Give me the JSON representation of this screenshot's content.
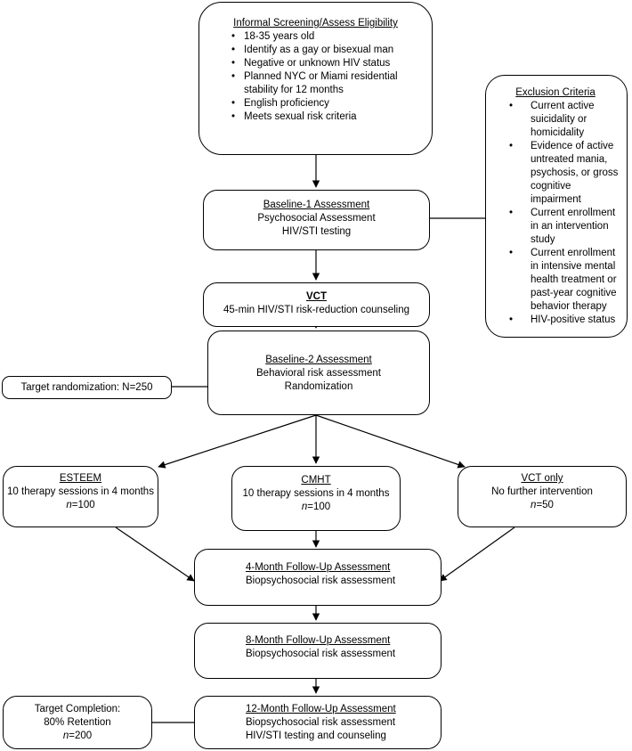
{
  "screening": {
    "title": "Informal Screening/Assess Eligibility",
    "items": [
      "18-35 years old",
      "Identify as a gay or bisexual man",
      "Negative or unknown HIV status",
      "Planned NYC or Miami residential stability for 12 months",
      "English proficiency",
      "Meets sexual risk criteria"
    ]
  },
  "exclusion": {
    "title": "Exclusion Criteria",
    "items": [
      "Current active suicidality or homicidality",
      "Evidence of active untreated mania, psychosis, or gross cognitive impairment",
      "Current enrollment in an intervention study",
      "Current enrollment in intensive mental health treatment or past-year cognitive behavior therapy",
      "HIV-positive status"
    ]
  },
  "baseline1": {
    "title": "Baseline-1 Assessment",
    "line1": "Psychosocial Assessment",
    "line2": "HIV/STI testing"
  },
  "vct": {
    "title": "VCT",
    "line1": "45-min HIV/STI risk-reduction counseling"
  },
  "baseline2": {
    "title": "Baseline-2 Assessment",
    "line1": "Behavioral risk assessment",
    "line2": "Randomization"
  },
  "target_randomization": "Target randomization: N=250",
  "arms": [
    {
      "title": "ESTEEM",
      "line1": "10 therapy sessions in 4 months",
      "n_label": "n",
      "n_value": "=100"
    },
    {
      "title": "CMHT",
      "line1": "10 therapy sessions in 4 months",
      "n_label": "n",
      "n_value": "=100"
    },
    {
      "title": "VCT only",
      "line1": "No further intervention",
      "n_label": "n",
      "n_value": "=50"
    }
  ],
  "followup4": {
    "title": "4-Month Follow-Up Assessment",
    "line1": "Biopsychosocial risk assessment"
  },
  "followup8": {
    "title": "8-Month Follow-Up Assessment",
    "line1": "Biopsychosocial risk assessment"
  },
  "followup12": {
    "title": "12-Month Follow-Up Assessment",
    "line1": "Biopsychosocial risk assessment",
    "line2": "HIV/STI testing and counseling"
  },
  "target_completion": {
    "line1": "Target Completion:",
    "line2": "80% Retention",
    "n_label": "n",
    "n_value": "=200"
  }
}
